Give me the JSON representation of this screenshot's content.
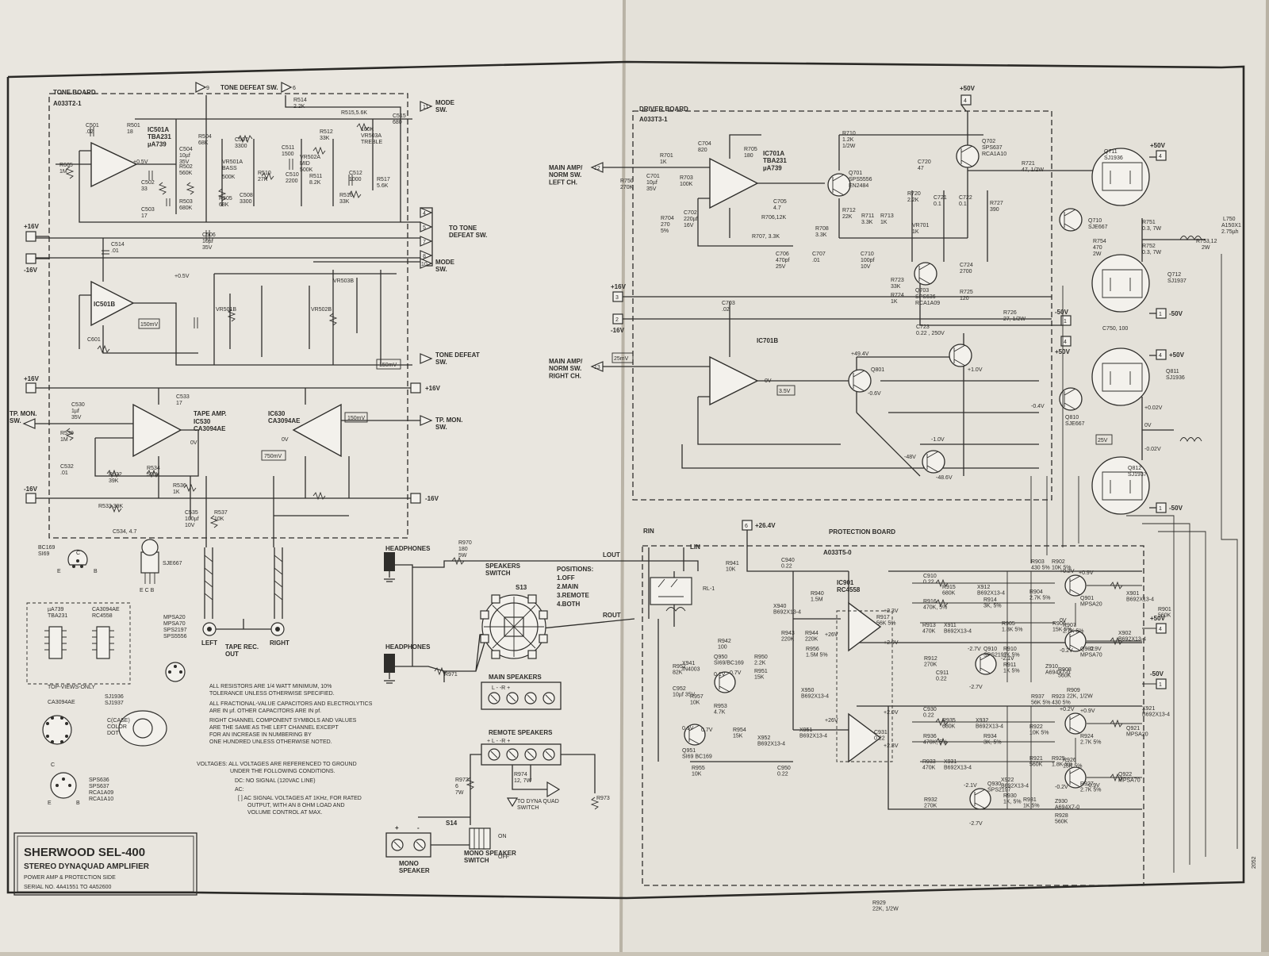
{
  "title_block": {
    "model": "SHERWOOD  SEL-400",
    "product": "STEREO DYNAQUAD AMPLIFIER",
    "side": "POWER AMP & PROTECTION SIDE",
    "serial": "SERIAL NO. 4A41551  TO 4A52600"
  },
  "boards": {
    "tone": {
      "name": "TONE BOARD",
      "code": "A033T2-1"
    },
    "driver": {
      "name": "DRIVER BOARD",
      "code": "A033T3-1"
    },
    "protection": {
      "name": "PROTECTION BOARD",
      "code": "A033T5-0"
    }
  },
  "switch_labels": {
    "tone_defeat_top": "TONE DEFEAT SW.",
    "mode": "MODE\nSW.",
    "to_tone_defeat": "TO TONE\nDEFEAT SW.",
    "mode2": "MODE\nSW.",
    "tone_defeat2": "TONE DEFEAT\nSW.",
    "tp_mon_left": "TP. MON.\nSW.",
    "tp_mon_right": "TP. MON.\nSW.",
    "tape_amp": "TAPE AMP.",
    "left": "LEFT",
    "right": "RIGHT",
    "tape_rec_out": "TAPE REC.\nOUT"
  },
  "ics": {
    "ic501a": "IC501A\nTBA231\nµA739",
    "ic501b": "IC501B",
    "ic530": "IC530\nCA3094AE",
    "ic630": "IC630\nCA3094AE",
    "ic701a": "IC701A\nTBA231\nµA739",
    "ic701b": "IC701B",
    "ic901": "IC901\nRC4558"
  },
  "tone_components": [
    {
      "ref": "C501",
      "val": ".02"
    },
    {
      "ref": "R501",
      "val": "18"
    },
    {
      "ref": "C504",
      "val": "10µf 35V"
    },
    {
      "ref": "R502",
      "val": "560K"
    },
    {
      "ref": "R504",
      "val": "68K"
    },
    {
      "ref": "C507",
      "val": "3300"
    },
    {
      "ref": "VR501A",
      "val": "BASS 500K"
    },
    {
      "ref": "R510",
      "val": "27K"
    },
    {
      "ref": "C511",
      "val": "1500"
    },
    {
      "ref": "R512",
      "val": "33K"
    },
    {
      "ref": "VR502A",
      "val": "MID 500K"
    },
    {
      "ref": "VR503A",
      "val": "TREBLE 100K"
    },
    {
      "ref": "C515",
      "val": "680"
    },
    {
      "ref": "R514",
      "val": "2.2K"
    },
    {
      "ref": "R515",
      "val": "5.6K"
    },
    {
      "ref": "R605",
      "val": "1M"
    },
    {
      "ref": "C502",
      "val": "33"
    },
    {
      "ref": "C503",
      "val": "17"
    },
    {
      "ref": "R503",
      "val": "680K"
    },
    {
      "ref": "R505",
      "val": "68K"
    },
    {
      "ref": "C508",
      "val": "3300"
    },
    {
      "ref": "C510",
      "val": "2200"
    },
    {
      "ref": "R511",
      "val": "8.2K"
    },
    {
      "ref": "C512",
      "val": "1000"
    },
    {
      "ref": "R516",
      "val": "33K"
    },
    {
      "ref": "R517",
      "val": "5.6K"
    },
    {
      "ref": "C506",
      "val": "10µf 35V"
    },
    {
      "ref": "C514",
      "val": ".01"
    },
    {
      "ref": "C601",
      "val": ""
    },
    {
      "ref": "C530",
      "val": "1µf 35V"
    },
    {
      "ref": "R530",
      "val": "1M"
    },
    {
      "ref": "C532",
      "val": ".01"
    },
    {
      "ref": "R532",
      "val": "39K"
    },
    {
      "ref": "R534",
      "val": "560K"
    },
    {
      "ref": "R536",
      "val": "1K"
    },
    {
      "ref": "R533",
      "val": "39K"
    },
    {
      "ref": "C534",
      "val": "4.7"
    },
    {
      "ref": "C535",
      "val": "100µf 10V"
    },
    {
      "ref": "R537",
      "val": "10K"
    },
    {
      "ref": "C533",
      "val": "17"
    }
  ],
  "driver_components": [
    {
      "ref": "R701",
      "val": "1K"
    },
    {
      "ref": "C701",
      "val": "10µf 35V"
    },
    {
      "ref": "R750",
      "val": "270K"
    },
    {
      "ref": "R703",
      "val": "100K"
    },
    {
      "ref": "C704",
      "val": "820"
    },
    {
      "ref": "R705",
      "val": "180"
    },
    {
      "ref": "C705",
      "val": "4.7"
    },
    {
      "ref": "R706",
      "val": "12K"
    },
    {
      "ref": "R704",
      "val": "270 5%"
    },
    {
      "ref": "C702",
      "val": "220µf 16V"
    },
    {
      "ref": "R707",
      "val": "3.3K"
    },
    {
      "ref": "R708",
      "val": "3.3K"
    },
    {
      "ref": "C706",
      "val": "470pf 25V"
    },
    {
      "ref": "C707",
      "val": ".01"
    },
    {
      "ref": "C710",
      "val": "100pf 10V"
    },
    {
      "ref": "R710",
      "val": "1.2K 1/2W"
    },
    {
      "ref": "Q701",
      "val": "SPS5556 EN2484"
    },
    {
      "ref": "R712",
      "val": "22K"
    },
    {
      "ref": "R711",
      "val": "3.3K"
    },
    {
      "ref": "R713",
      "val": "1K"
    },
    {
      "ref": "Q702",
      "val": "SPS637 RCA1A10"
    },
    {
      "ref": "C720",
      "val": "47"
    },
    {
      "ref": "R720",
      "val": "2.2K"
    },
    {
      "ref": "C721",
      "val": "0.1"
    },
    {
      "ref": "C722",
      "val": "0.1"
    },
    {
      "ref": "R727",
      "val": "390"
    },
    {
      "ref": "R721",
      "val": "47, 1/2W"
    },
    {
      "ref": "VR701",
      "val": "1K"
    },
    {
      "ref": "C724",
      "val": "2700"
    },
    {
      "ref": "R723",
      "val": "33K"
    },
    {
      "ref": "R724",
      "val": "1K"
    },
    {
      "ref": "Q703",
      "val": "SPS636 RCA1A09"
    },
    {
      "ref": "R725",
      "val": "120"
    },
    {
      "ref": "C703",
      "val": ".02"
    },
    {
      "ref": "R726",
      "val": "27, 1/2W"
    },
    {
      "ref": "C723",
      "val": "0.22, 250V"
    },
    {
      "ref": "Q711",
      "val": "SJ1936"
    },
    {
      "ref": "Q710",
      "val": "SJE667"
    },
    {
      "ref": "R751",
      "val": "0.3, 7W"
    },
    {
      "ref": "R754",
      "val": "470 2W"
    },
    {
      "ref": "R752",
      "val": "0.3, 7W"
    },
    {
      "ref": "L750",
      "val": "A150X1 2.75µh"
    },
    {
      "ref": "R753",
      "val": "12 2W"
    },
    {
      "ref": "Q712",
      "val": "SJ1937"
    },
    {
      "ref": "C750",
      "val": "100"
    },
    {
      "ref": "Q801",
      "val": ""
    },
    {
      "ref": "Q811",
      "val": "SJ1936"
    },
    {
      "ref": "Q810",
      "val": "SJE667"
    },
    {
      "ref": "Q812",
      "val": "SJ1937"
    }
  ],
  "driver_labels": {
    "main_amp_left": "MAIN AMP/\nNORM SW.\nLEFT CH.",
    "main_amp_right": "MAIN AMP/\nNORM SW.\nRIGHT CH."
  },
  "voltages": {
    "p50_top": "+50V",
    "p50_q711": "+50V",
    "m50_q712": "-50V",
    "m50": "-50V",
    "p50": "+50V",
    "p50_q811": "+50V",
    "m50_q812": "-50V",
    "p16_left": "+16V",
    "m16_left": "-16V",
    "p16_mid": "+16V",
    "m16_mid": "-16V",
    "p16_right": "+16V",
    "m16_right": "-16V",
    "p16_drv": "+16V",
    "m16_drv": "-16V",
    "v05": "+0.5V",
    "v49": "+49.4V",
    "v10": "+1.0V",
    "v06": "-0.6V",
    "v04": "-0.4V",
    "v002": "+0.02V",
    "v0": "0V",
    "vm002": "-0.02V",
    "vm10": "-1.0V",
    "vm48": "-48V",
    "vm486": "-48.6V",
    "v264": "+26.4V",
    "mv150": "150mV",
    "mv750": "750mV",
    "mv150b": "150mV",
    "mv25": "25mV",
    "mv35": "3.5V",
    "v25": "25V"
  },
  "protection": {
    "rin": "RIN",
    "lin": "LIN",
    "lout": "LOUT",
    "rout": "ROUT",
    "rl": "RL-1",
    "parts": [
      {
        "ref": "R941",
        "val": "10K"
      },
      {
        "ref": "C940",
        "val": "0.22"
      },
      {
        "ref": "R940",
        "val": "1.5M"
      },
      {
        "ref": "X940",
        "val": "B692X13-4"
      },
      {
        "ref": "R943",
        "val": "220K"
      },
      {
        "ref": "R944",
        "val": "220K"
      },
      {
        "ref": "X941",
        "val": "IN4003"
      },
      {
        "ref": "R942",
        "val": "100"
      },
      {
        "ref": "Q950",
        "val": "SI69/BC169"
      },
      {
        "ref": "R950",
        "val": "2.2K"
      },
      {
        "ref": "R951",
        "val": "15K"
      },
      {
        "ref": "R956",
        "val": "1.5M 5%"
      },
      {
        "ref": "X950",
        "val": "B692X13-4"
      },
      {
        "ref": "R952",
        "val": "82K"
      },
      {
        "ref": "C952",
        "val": "10µf 35V"
      },
      {
        "ref": "R957",
        "val": "10K"
      },
      {
        "ref": "R953",
        "val": "4.7K"
      },
      {
        "ref": "R954",
        "val": "15K"
      },
      {
        "ref": "Q951",
        "val": "SI69 BC169"
      },
      {
        "ref": "X952",
        "val": "B692X13-4"
      },
      {
        "ref": "X951",
        "val": "B692X13-4"
      },
      {
        "ref": "R955",
        "val": "10K"
      },
      {
        "ref": "C950",
        "val": "0.22"
      },
      {
        "ref": "C910",
        "val": "0.22"
      },
      {
        "ref": "R915",
        "val": "680K"
      },
      {
        "ref": "X912",
        "val": "B692X13-4"
      },
      {
        "ref": "R916",
        "val": "470K, 5%"
      },
      {
        "ref": "R914",
        "val": "3K, 5%"
      },
      {
        "ref": "R913",
        "val": "470K"
      },
      {
        "ref": "X911",
        "val": "B692X13-4"
      },
      {
        "ref": "R912",
        "val": "270K"
      },
      {
        "ref": "Q910",
        "val": "SPS2197"
      },
      {
        "ref": "C911",
        "val": "0.22"
      },
      {
        "ref": "R917",
        "val": "56K 5%"
      },
      {
        "ref": "R903",
        "val": "430 5%"
      },
      {
        "ref": "R902",
        "val": "10K 5%"
      },
      {
        "ref": "R904",
        "val": "2.7K 5%"
      },
      {
        "ref": "Q901",
        "val": "MPSA20"
      },
      {
        "ref": "X901",
        "val": "B692X13-4"
      },
      {
        "ref": "R901",
        "val": "560K"
      },
      {
        "ref": "R905",
        "val": "1.8K 5%"
      },
      {
        "ref": "R906",
        "val": "15K 5%"
      },
      {
        "ref": "R907",
        "val": "2.7K 5%"
      },
      {
        "ref": "Q902",
        "val": "MPSA70"
      },
      {
        "ref": "X902",
        "val": "B692X13-4"
      },
      {
        "ref": "R910",
        "val": "1K 5%"
      },
      {
        "ref": "R911",
        "val": "1K 5%"
      },
      {
        "ref": "Z910",
        "val": "A694X7-0"
      },
      {
        "ref": "R908",
        "val": "560K"
      },
      {
        "ref": "R909",
        "val": "22K, 1/2W"
      },
      {
        "ref": "C930",
        "val": "0.22"
      },
      {
        "ref": "R935",
        "val": "680K"
      },
      {
        "ref": "X932",
        "val": "B692X13-4"
      },
      {
        "ref": "R936",
        "val": "470K, 5%"
      },
      {
        "ref": "R934",
        "val": "3K, 5%"
      },
      {
        "ref": "R933",
        "val": "470K"
      },
      {
        "ref": "X931",
        "val": "B692X13-4"
      },
      {
        "ref": "R932",
        "val": "270K"
      },
      {
        "ref": "Q930",
        "val": "SPS2197"
      },
      {
        "ref": "C931",
        "val": "0.22"
      },
      {
        "ref": "R937",
        "val": "56K 5%"
      },
      {
        "ref": "R923",
        "val": "430 5%"
      },
      {
        "ref": "R922",
        "val": "10K 5%"
      },
      {
        "ref": "R924",
        "val": "2.7K 5%"
      },
      {
        "ref": "Q921",
        "val": "MPSA20"
      },
      {
        "ref": "X921",
        "val": "B692X13-4"
      },
      {
        "ref": "R921",
        "val": "560K"
      },
      {
        "ref": "R925",
        "val": "1.8K 5%"
      },
      {
        "ref": "R926",
        "val": "15K 5%"
      },
      {
        "ref": "R927",
        "val": "2.7K 5%"
      },
      {
        "ref": "Q922",
        "val": "MPSA70"
      },
      {
        "ref": "X922",
        "val": "B692X13-4"
      },
      {
        "ref": "R930",
        "val": "1K, 5%"
      },
      {
        "ref": "R931",
        "val": "1K 5%"
      },
      {
        "ref": "Z930",
        "val": "A694X7-0"
      },
      {
        "ref": "R928",
        "val": "560K"
      },
      {
        "ref": "R929",
        "val": "22K, 1/2W"
      }
    ],
    "volts": [
      "+2.3V",
      "+2.0V",
      "+26V",
      "+26V",
      "+2.0V",
      "+2.3V",
      "-2.7V",
      "-2.1V",
      "-2.7V",
      "-2.1V",
      "-2.7V",
      "+0.2V",
      "+0.9V",
      "0V",
      "-0.2V",
      "-0.9V",
      "+0.2V",
      "+0.9V",
      "-0.2V",
      "-0.9V",
      "0.1V",
      "0.7V",
      "0.1V",
      "0.7V"
    ]
  },
  "speaker_section": {
    "headphones_top": "HEADPHONES",
    "headphones_bottom": "HEADPHONES",
    "r970": "R970\n180\n5W",
    "speakers_switch": "SPEAKERS\nSWITCH",
    "s13": "S13",
    "positions_title": "POSITIONS:",
    "positions": [
      "1.OFF",
      "2.MAIN",
      "3.REMOTE",
      "4.BOTH"
    ],
    "r971": "R971",
    "main_speakers": "MAIN SPEAKERS",
    "main_lr": "L  -        -R  +",
    "remote_speakers": "REMOTE SPEAKERS",
    "remote_lr": "+ L  -        -R  +",
    "r972": "R972\n6\n7W",
    "r974": "R974\n12, 7W",
    "to_dyna": "TO DYNA QUAD\nSWITCH",
    "r973": "R973",
    "s14": "S14",
    "on": "ON",
    "off": "OFF",
    "mono_speaker": "MONO\nSPEAKER",
    "mono_speaker_switch": "MONO SPEAKER\nSWITCH"
  },
  "legend": {
    "bc169": "BC169\nSI69",
    "sje667": "SJE667",
    "ecb": "E C B",
    "ua739": "µA739\nTBA231",
    "ca3094": "CA3094AE\nRC4558",
    "mpsa": "MPSA20\nMPSA70\nSPS2197\nSPS5556",
    "top_views": "TOP-VIEWS-ONLY",
    "ca3094b": "CA3094AE",
    "sj": "SJ1936\nSJ1937",
    "case": "C(CASE)\nCOLOR\nDOT",
    "sps": "SPS636\nSPS637\nRCA1A09\nRCA1A10"
  },
  "notes": [
    "ALL RESISTORS ARE 1/4 WATT MINIMUM, 10%",
    "TOLERANCE UNLESS OTHERWISE SPECIFIED.",
    "ALL FRACTIONAL-VALUE CAPACITORS AND ELECTROLYTICS",
    "ARE IN µf. OTHER CAPACITORS ARE IN pf.",
    "RIGHT CHANNEL COMPONENT SYMBOLS AND VALUES",
    "ARE THE SAME AS THE LEFT CHANNEL EXCEPT",
    "FOR AN INCREASE IN NUMBERING BY",
    "ONE HUNDRED UNLESS OTHERWISE NOTED.",
    "VOLTAGES: ALL VOLTAGES ARE REFERENCED TO GROUND",
    "UNDER THE FOLLOWING CONDITIONS.",
    "DC: NO SIGNAL (120VAC LINE)",
    "AC:",
    "[ ] AC SIGNAL VOLTAGES AT 1KHz, FOR RATED",
    "OUTPUT, WITH AN 8 OHM LOAD AND",
    "VOLUME CONTROL AT MAX."
  ],
  "pins": {
    "p9": "9",
    "p6": "6",
    "p11": "11",
    "p4": "4",
    "p10": "10",
    "p5": "5",
    "p7": "7",
    "p8": "8",
    "p12": "12",
    "p13": "13",
    "p2": "2",
    "p3": "3",
    "p1": "1"
  }
}
